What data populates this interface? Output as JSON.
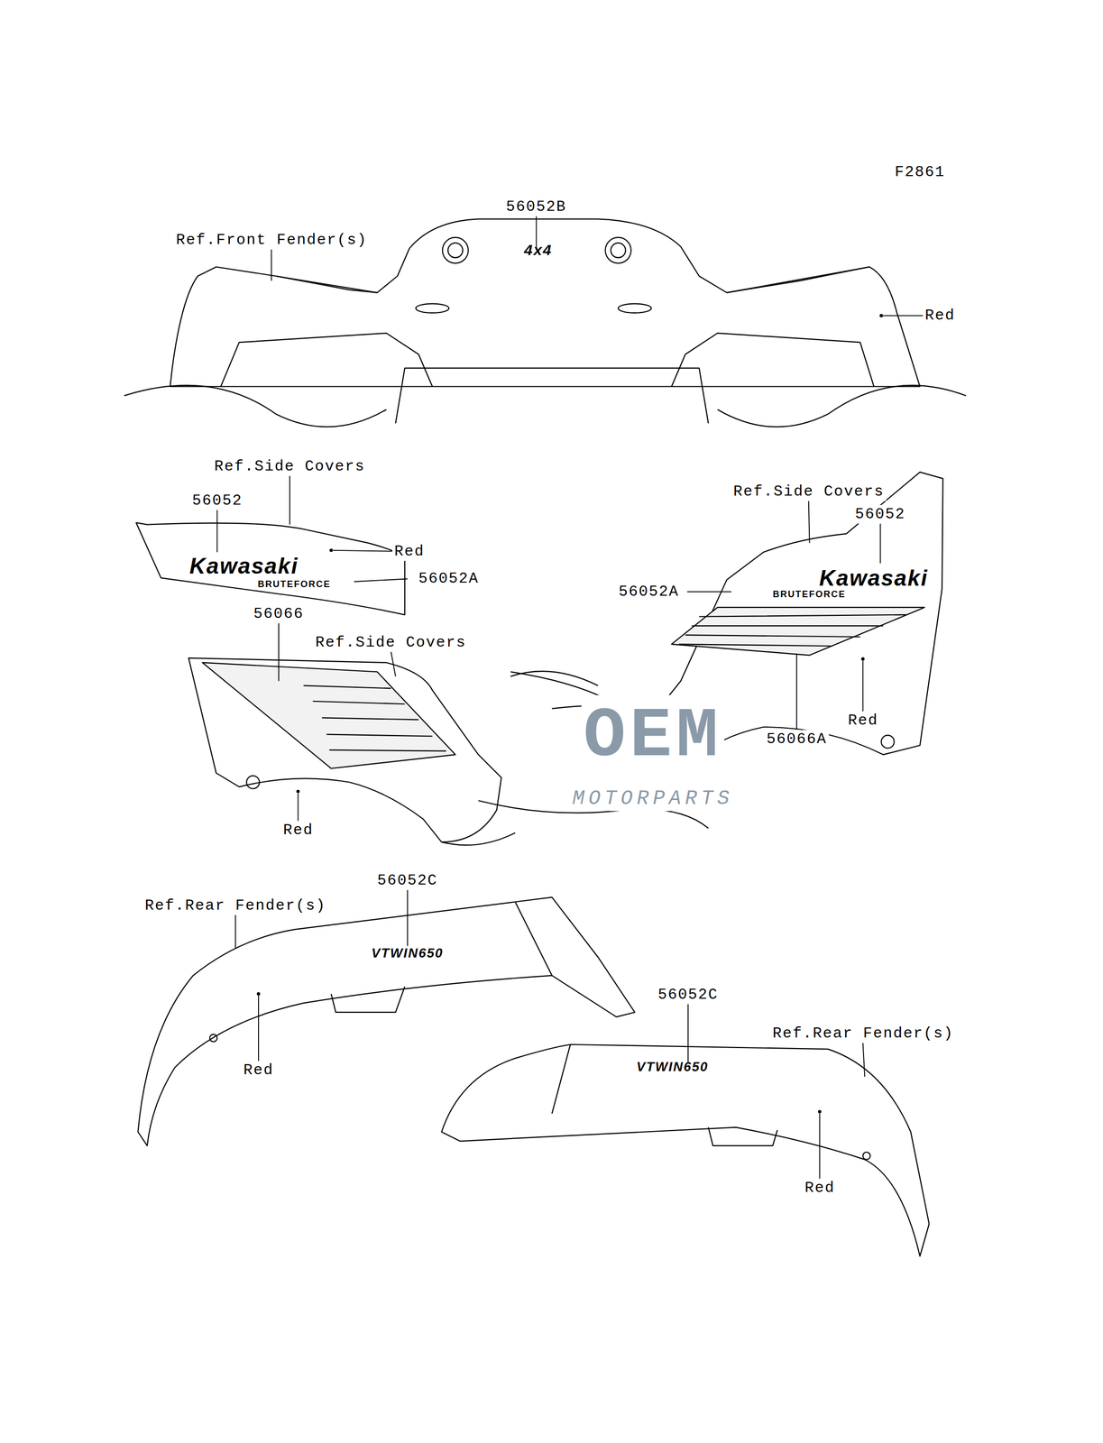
{
  "diagram": {
    "labels": [
      "F2861",
      "56052B",
      "Ref.Front Fender(s)",
      "4x4",
      "Red",
      "Ref.Side Covers",
      "Ref.Side Covers",
      "56052",
      "56052",
      "Red",
      "Kawasaki",
      "BRUTEFORCE",
      "56052A",
      "56052A",
      "Kawasaki",
      "BRUTEFORCE",
      "56066",
      "Ref.Side Covers",
      "Red",
      "56066A",
      "OEM",
      "MOTORPARTS",
      "Red",
      "56052C",
      "Ref.Rear Fender(s)",
      "VTWIN650",
      "56052C",
      "Ref.Rear Fender(s)",
      "VTWIN650",
      "Red",
      "Red"
    ]
  }
}
